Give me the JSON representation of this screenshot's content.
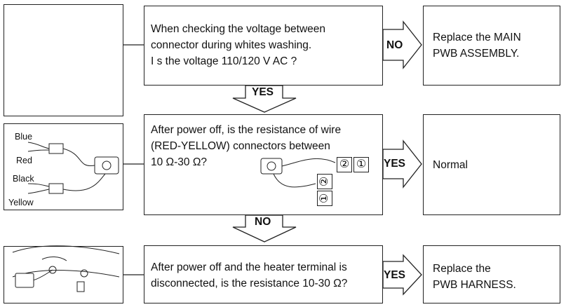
{
  "rows": [
    {
      "question_lines": [
        "When checking the voltage between",
        "connector during whites washing.",
        "I s the  voltage  110/120 V AC ?"
      ],
      "answer_label": "NO",
      "result_lines": [
        "Replace the MAIN",
        "PWB ASSEMBLY."
      ]
    },
    {
      "question_lines": [
        "After power off, is the resistance of wire",
        "(RED-YELLOW) connectors between",
        "10 Ω-30 Ω?"
      ],
      "answer_label": "YES",
      "result_lines": [
        "Normal"
      ],
      "connector_pins": [
        "②",
        "①",
        "②",
        "①"
      ]
    },
    {
      "question_lines": [
        "After power off and the heater terminal is",
        "disconnected, is the resistance 10-30 Ω?"
      ],
      "answer_label": "YES",
      "result_lines": [
        "Replace the",
        "PWB  HARNESS."
      ]
    }
  ],
  "down_arrows": [
    "YES",
    "NO"
  ],
  "wire_labels": [
    "Blue",
    "Red",
    "Black",
    "Yellow"
  ]
}
